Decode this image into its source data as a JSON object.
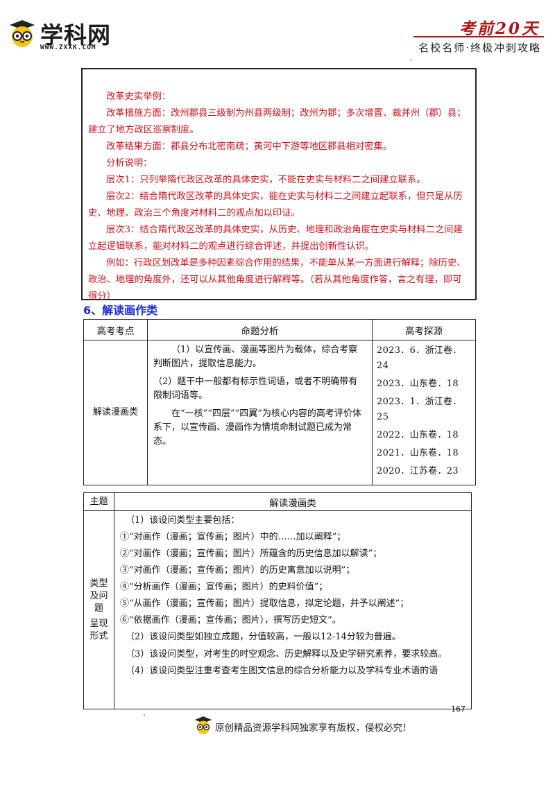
{
  "header": {
    "logo_name": "学科网",
    "logo_url": "WWW.ZXXK.COM",
    "title": "考前20天",
    "subtitle": "名校名师·终极冲刺攻略"
  },
  "box_paragraphs": [
    "改革史实举例：",
    "改革措施方面：改州郡县三级制为州县两级制；改州为郡；多次增置、裁并州（郡）县；建立了地方政区巡察制度。",
    "改革结果方面：郡县分布北密南疏；黄河中下游等地区郡县相对密集。",
    "分析说明：",
    "层次1：只列举隋代政区改革的具体史实，不能在史实与材料二之间建立联系。",
    "层次2：结合隋代政区改革的具体史实，能在史实与材料二之间建立起联系，但只是从历史、地理、政治三个角度对材料二的观点加以印证。",
    "层次3：结合隋代政区改革的具体史实，从历史、地理和政治角度在史实与材料二之间建立起逻辑联系，能对材料二的观点进行综合评述，并提出创新性认识。",
    "例如：行政区划改革是多种因素综合作用的结果，不能单从某一方面进行解释；除历史、政治、地理的角度外，还可以从其他角度进行解释等。（若从其他角度作答，言之有理，即可得分）"
  ],
  "section_heading": "6、解读画作类",
  "table1": {
    "headers": [
      "高考考点",
      "命题分析",
      "高考探源"
    ],
    "point": "解读漫画类",
    "analysis": [
      "（1）以宣传画、漫画等图片为载体，综合考察判断图片，提取信息能力。",
      "（2）题干中一般都有标示性词语，或者不明确带有限制词语等。",
      "在“一核”“四层”“四翼”为核心内容的高考评价体系下，以宣传画、漫画作为情境命制试题已成为常态。"
    ],
    "sources": [
      "2023．6．浙江卷．24",
      "2023．山东卷．18",
      "2023．1．浙江卷．25",
      "2022．山东卷．18",
      "2021．山东卷．18",
      "2020．江苏卷．23"
    ]
  },
  "table2": {
    "headers": [
      "主题",
      "解读漫画类"
    ],
    "label_lines": [
      "类型",
      "及问",
      "题",
      "呈现",
      "形式"
    ],
    "items": [
      "（1）该设问类型主要包括：",
      "①“对画作（漫画；宣传画；图片）中的……加以阐释”；",
      "②“对画作（漫画；宣传画；图片）所蕴含的历史信息加以解读”；",
      "③“对画作（漫画；宣传画；图片）的历史寓意加以说明”；",
      "④“分析画作（漫画；宣传画；图片）的史料价值”；",
      "⑤“从画作（漫画；宣传画；图片）提取信息，拟定论题，并予以阐述”；",
      "⑥“依据画作（漫画；宣传画；图片），撰写历史短文”。",
      "（2）该设问类型如独立成题，分值较高，一般以12-14分较为普遍。",
      "（3）该设问类型，对考生的时空观念、历史解释以及史学研究素养，要求较高。",
      "（4）该设问类型注重考查考生图文信息的综合分析能力以及学科专业术语的语"
    ]
  },
  "page_number": "167",
  "footer_text": "原创精品资源学科网独家享有版权，侵权必究！",
  "colors": {
    "red_text": "#d0101c",
    "blue_heading": "#1d2bd6",
    "header_red": "#b01818"
  }
}
